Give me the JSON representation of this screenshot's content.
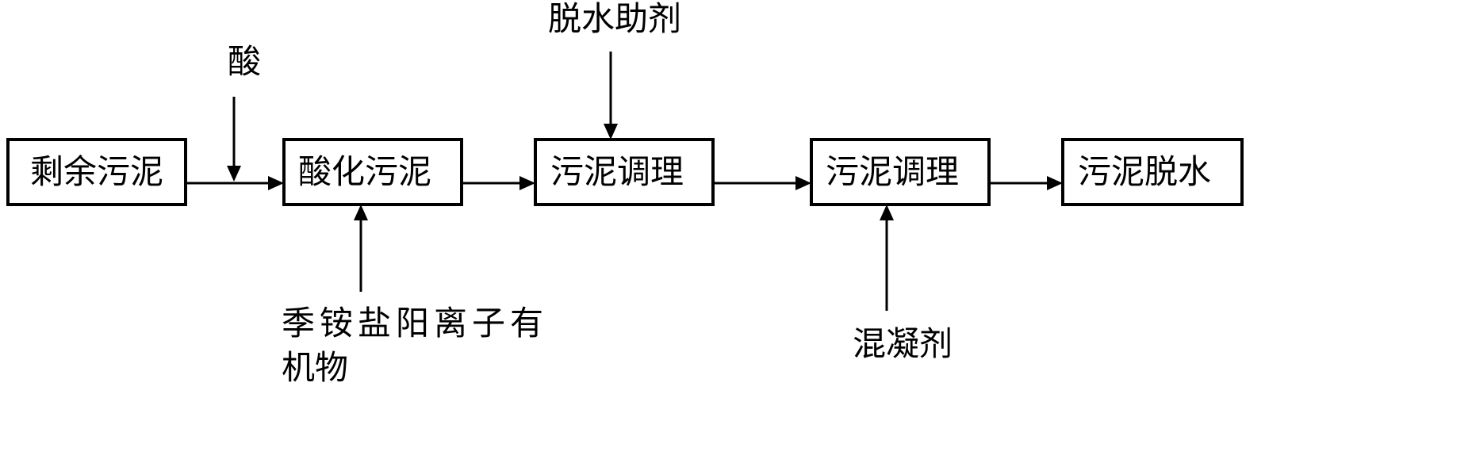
{
  "diagram": {
    "boxes": [
      {
        "id": "excess-sludge",
        "label": "剩余污泥"
      },
      {
        "id": "acidified-sludge",
        "label": "酸化污泥"
      },
      {
        "id": "sludge-conditioning-1",
        "label": "污泥调理"
      },
      {
        "id": "sludge-conditioning-2",
        "label": "污泥调理"
      },
      {
        "id": "sludge-dewatering",
        "label": "污泥脱水"
      }
    ],
    "inputs": {
      "acid": "酸",
      "quaternary_line1": "季铵盐阳离子有",
      "quaternary_line2": "机物",
      "dewatering_aid": "脱水助剂",
      "coagulant": "混凝剂"
    }
  }
}
